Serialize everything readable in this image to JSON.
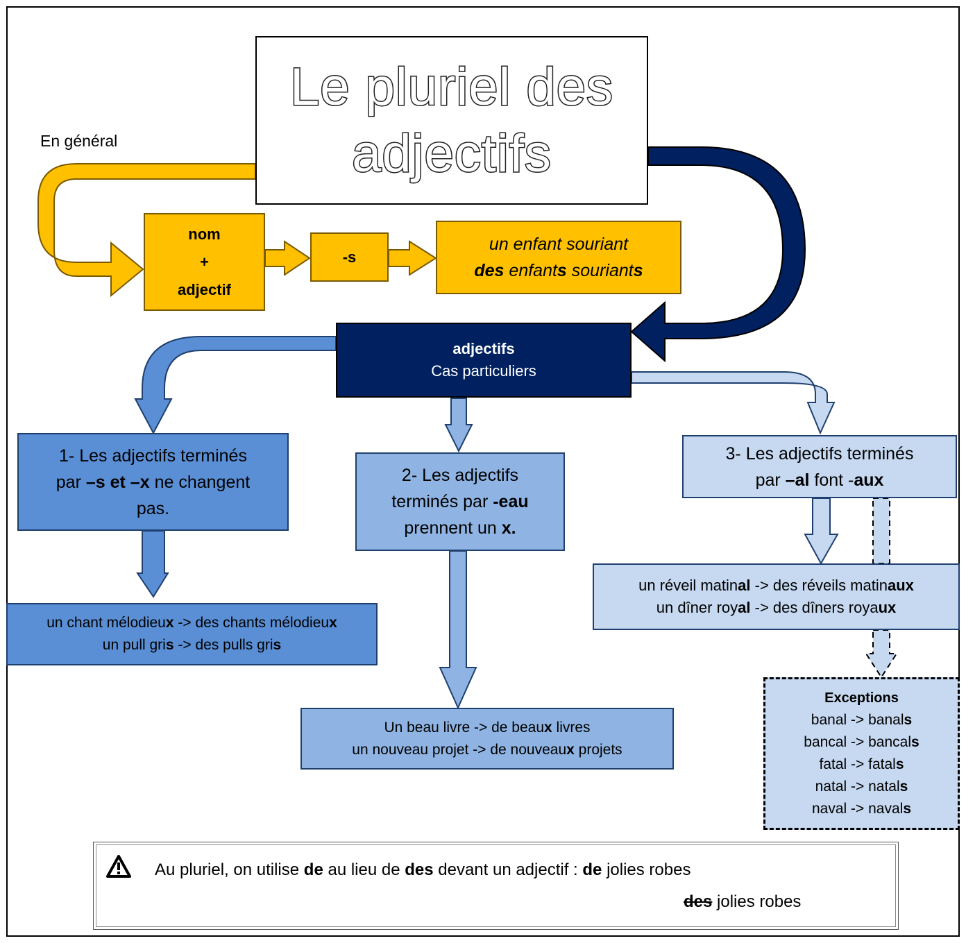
{
  "title": {
    "line1": "Le pluriel des",
    "line2": "adjectifs"
  },
  "general": {
    "label": "En général",
    "rule_box": {
      "line1": "nom",
      "line2": "+",
      "line3": "adjectif"
    },
    "suffix_box": "-s",
    "example": {
      "singular": "un enfant souriant",
      "plural_pre": "des",
      "plural_mid1": " enfant",
      "plural_s1": "s",
      "plural_mid2": " souriant",
      "plural_s2": "s"
    }
  },
  "special": {
    "title": "adjectifs",
    "subtitle": "Cas particuliers"
  },
  "case1": {
    "rule": {
      "a": "1- Les adjectifs terminés",
      "b": "par ",
      "c": "–s et –x",
      "d": " ne changent",
      "e": "pas."
    },
    "examples": {
      "l1a": "un chant mélodieu",
      "l1b": "x",
      "l1c": " -> des chants mélodieu",
      "l1d": "x",
      "l2a": "un pull gri",
      "l2b": "s",
      "l2c": " -> des pulls gri",
      "l2d": "s"
    }
  },
  "case2": {
    "rule": {
      "a": "2- Les adjectifs",
      "b": "terminés par ",
      "c": "-eau",
      "d": "prennent un ",
      "e": "x."
    },
    "examples": {
      "l1a": "Un beau livre -> de beau",
      "l1b": "x",
      "l1c": " livres",
      "l2a": "un nouveau projet -> de nouveau",
      "l2b": "x",
      "l2c": " projets"
    }
  },
  "case3": {
    "rule": {
      "a": "3- Les adjectifs terminés",
      "b": "par ",
      "c": "–al",
      "d": " font -",
      "e": "aux"
    },
    "examples": {
      "l1a": "un réveil matin",
      "l1b": "al",
      "l1c": " -> des réveils matin",
      "l1d": "aux",
      "l2a": "un dîner roy",
      "l2b": "al",
      "l2c": " -> des dîners roya",
      "l2d": "ux"
    },
    "exceptions": {
      "title": "Exceptions",
      "items": [
        {
          "a": "banal -> banal",
          "b": "s"
        },
        {
          "a": "bancal -> bancal",
          "b": "s"
        },
        {
          "a": "fatal -> fatal",
          "b": "s"
        },
        {
          "a": "natal -> natal",
          "b": "s"
        },
        {
          "a": "naval -> naval",
          "b": "s"
        }
      ]
    }
  },
  "note": {
    "p1": "Au pluriel, on utilise ",
    "p2": "de",
    "p3": " au lieu de ",
    "p4": "des",
    "p5": " devant un adjectif : ",
    "p6": "de",
    "p7": " jolies robes",
    "strike": "des",
    "tail": " jolies robes"
  },
  "colors": {
    "gold": "#ffc000",
    "navy": "#002060",
    "mid": "#5a8fd6",
    "light": "#8fb4e3",
    "pale": "#c6d9f1"
  },
  "icons": [
    "warning-icon"
  ]
}
